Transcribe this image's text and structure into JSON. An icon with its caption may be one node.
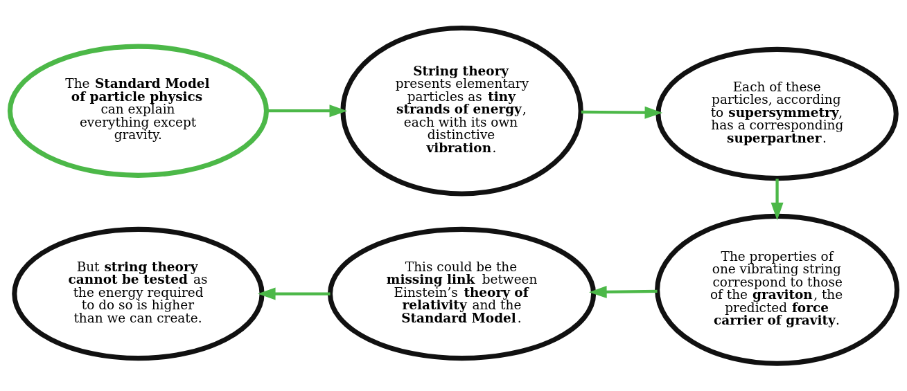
{
  "diagram": {
    "nodes": [
      {
        "text": [
          "The **Standard Model of particle physics** can explain everything except gravity."
        ]
      },
      {
        "text": [
          "**String theory** presents elementary particles as **tiny strands of energy**, each with its own distinctive **vibration**."
        ]
      },
      {
        "text": [
          "Each of these particles, according to **supersymmetry**, has a corresponding **superpartner**."
        ]
      },
      {
        "text": [
          "The properties of one vibrating string correspond to those of the **graviton**, the predicted **force carrier of gravity**."
        ]
      },
      {
        "text": [
          "This could be the **missing link** between Einstein’s **theory of relativity** and the **Standard Model**."
        ]
      },
      {
        "text": [
          "But **string theory cannot be tested** as the energy required to do so is higher than we can create."
        ]
      }
    ],
    "edges": [
      {
        "from": 0,
        "to": 1,
        "arrow": "to"
      },
      {
        "from": 1,
        "to": 2,
        "arrow": "to"
      },
      {
        "from": 2,
        "to": 3,
        "arrow": "to"
      },
      {
        "from": 3,
        "to": 4,
        "arrow": "to"
      },
      {
        "from": 4,
        "to": 5,
        "arrow": "to"
      }
    ]
  }
}
